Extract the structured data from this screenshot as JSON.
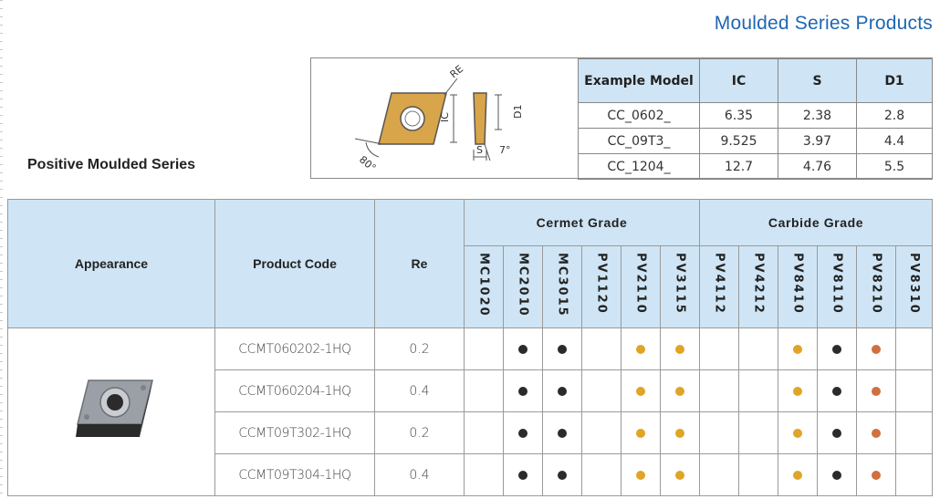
{
  "header": {
    "title": "Moulded Series Products"
  },
  "series": {
    "title": "Positive Moulded Series"
  },
  "diagram": {
    "labels": {
      "re": "RE",
      "ic": "IC",
      "d1": "D1",
      "s": "S",
      "angle1": "80°",
      "angle2": "7°"
    }
  },
  "spec": {
    "headers": [
      "Example Model",
      "IC",
      "S",
      "D1"
    ],
    "rows": [
      [
        "CC_0602_",
        "6.35",
        "2.38",
        "2.8"
      ],
      [
        "CC_09T3_",
        "9.525",
        "3.97",
        "4.4"
      ],
      [
        "CC_1204_",
        "12.7",
        "4.76",
        "5.5"
      ]
    ]
  },
  "table": {
    "headers": {
      "appearance": "Appearance",
      "code": "Product Code",
      "re": "Re",
      "cermet": "Cermet Grade",
      "carbide": "Carbide Grade"
    },
    "cermet_grades": [
      "MC1020",
      "MC2010",
      "MC3015",
      "PV1120",
      "PV2110",
      "PV3115"
    ],
    "carbide_grades": [
      "PV4112",
      "PV4212",
      "PV8410",
      "PV8110",
      "PV8210",
      "PV8310"
    ],
    "rows": [
      {
        "code": "CCMT060202-1HQ",
        "re": "0.2",
        "marks": [
          "",
          "black",
          "black",
          "",
          "gold",
          "gold",
          "",
          "",
          "gold",
          "black",
          "copper",
          ""
        ]
      },
      {
        "code": "CCMT060204-1HQ",
        "re": "0.4",
        "marks": [
          "",
          "black",
          "black",
          "",
          "gold",
          "gold",
          "",
          "",
          "gold",
          "black",
          "copper",
          ""
        ]
      },
      {
        "code": "CCMT09T302-1HQ",
        "re": "0.2",
        "marks": [
          "",
          "black",
          "black",
          "",
          "gold",
          "gold",
          "",
          "",
          "gold",
          "black",
          "copper",
          ""
        ]
      },
      {
        "code": "CCMT09T304-1HQ",
        "re": "0.4",
        "marks": [
          "",
          "black",
          "black",
          "",
          "gold",
          "gold",
          "",
          "",
          "gold",
          "black",
          "copper",
          ""
        ]
      }
    ]
  },
  "colors": {
    "black": "#2b2b2b",
    "gold": "#e0a526",
    "copper": "#d0703f",
    "header_bg": "#cfe5f5",
    "title_blue": "#1f66b0"
  },
  "icons": {
    "insert_diagram": "rhombic-insert-diagram",
    "insert_photo": "insert-photo"
  }
}
